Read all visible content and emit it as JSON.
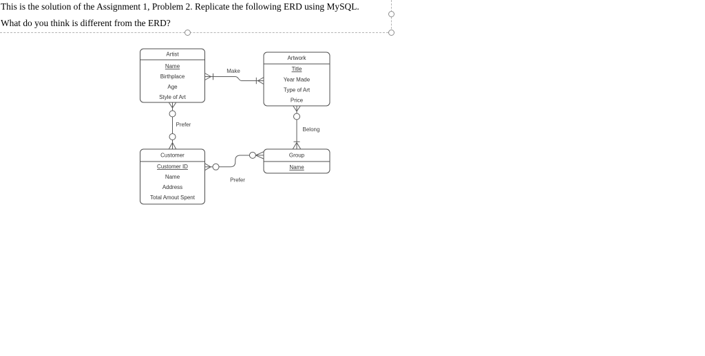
{
  "document": {
    "line1": "This is the solution of the Assignment 1, Problem 2. Replicate the following ERD using MySQL.",
    "line2": "What do you think is different from the ERD?"
  },
  "erd": {
    "entities": {
      "artist": {
        "title": "Artist",
        "attributes": [
          "Name",
          "Birthplace",
          "Age",
          "Style of Art"
        ],
        "underlined_attribute": "Name"
      },
      "artwork": {
        "title": "Artwork",
        "attributes": [
          "Title",
          "Year Made",
          "Type of Art",
          "Price"
        ],
        "underlined_attribute": "Title"
      },
      "customer": {
        "title": "Customer",
        "attributes": [
          "Customer ID",
          "Name",
          "Address",
          "Total Amout Spent"
        ],
        "underlined_attribute": "Customer ID"
      },
      "group": {
        "title": "Group",
        "attributes": [
          "Name"
        ],
        "underlined_attribute": "Name"
      }
    },
    "relationships": [
      {
        "label": "Make",
        "from": "Artist",
        "to": "Artwork"
      },
      {
        "label": "Prefer",
        "from": "Artist",
        "to": "Customer"
      },
      {
        "label": "Belong",
        "from": "Artwork",
        "to": "Group"
      },
      {
        "label": "Prefer",
        "from": "Customer",
        "to": "Group"
      }
    ],
    "colors": {
      "line": "#595959",
      "border": "#4d4d4d",
      "text": "#333333"
    }
  },
  "selection": {
    "dash_color": "#b3b3b3",
    "handle_border_color": "#8c8c8c"
  }
}
